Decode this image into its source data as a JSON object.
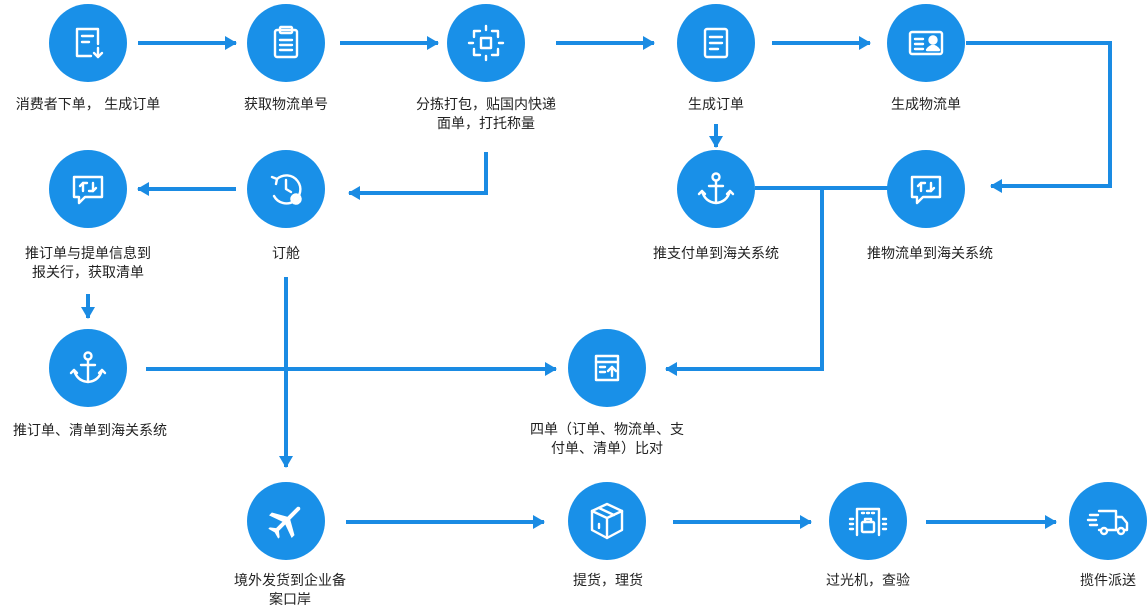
{
  "colors": {
    "primary": "#1990e8",
    "arrow": "#1a8be3",
    "text": "#222222"
  },
  "nodes": [
    {
      "id": "n1",
      "icon": "order-download-icon",
      "label": [
        "消费者下单， 生成订单"
      ]
    },
    {
      "id": "n2",
      "icon": "clipboard-icon",
      "label": [
        "获取物流单号"
      ]
    },
    {
      "id": "n3",
      "icon": "scan-box-icon",
      "label": [
        "分拣打包，贴国内快递",
        "面单，打托称量"
      ]
    },
    {
      "id": "n4",
      "icon": "document-icon",
      "label": [
        "生成订单"
      ]
    },
    {
      "id": "n5",
      "icon": "id-card-icon",
      "label": [
        "生成物流单"
      ]
    },
    {
      "id": "n6",
      "icon": "message-sync-icon",
      "label": [
        "推订单与提单信息到",
        "报关行，获取清单"
      ]
    },
    {
      "id": "n7",
      "icon": "clock-gear-icon",
      "label": [
        "订舱"
      ]
    },
    {
      "id": "n8",
      "icon": "anchor-icon",
      "label": [
        "推支付单到海关系统"
      ]
    },
    {
      "id": "n9",
      "icon": "message-sync-icon",
      "label": [
        "推物流单到海关系统"
      ]
    },
    {
      "id": "n10",
      "icon": "anchor-icon",
      "label": [
        "推订单、清单到海关系统"
      ]
    },
    {
      "id": "n11",
      "icon": "upload-doc-icon",
      "label": [
        "四单（订单、物流单、支",
        "付单、清单）比对"
      ]
    },
    {
      "id": "n12",
      "icon": "airplane-icon",
      "label": [
        "境外发货到企业备",
        "案口岸"
      ]
    },
    {
      "id": "n13",
      "icon": "package-icon",
      "label": [
        "提货，理货"
      ]
    },
    {
      "id": "n14",
      "icon": "xray-scanner-icon",
      "label": [
        "过光机，查验"
      ]
    },
    {
      "id": "n15",
      "icon": "delivery-truck-icon",
      "label": [
        "揽件派送"
      ]
    }
  ]
}
